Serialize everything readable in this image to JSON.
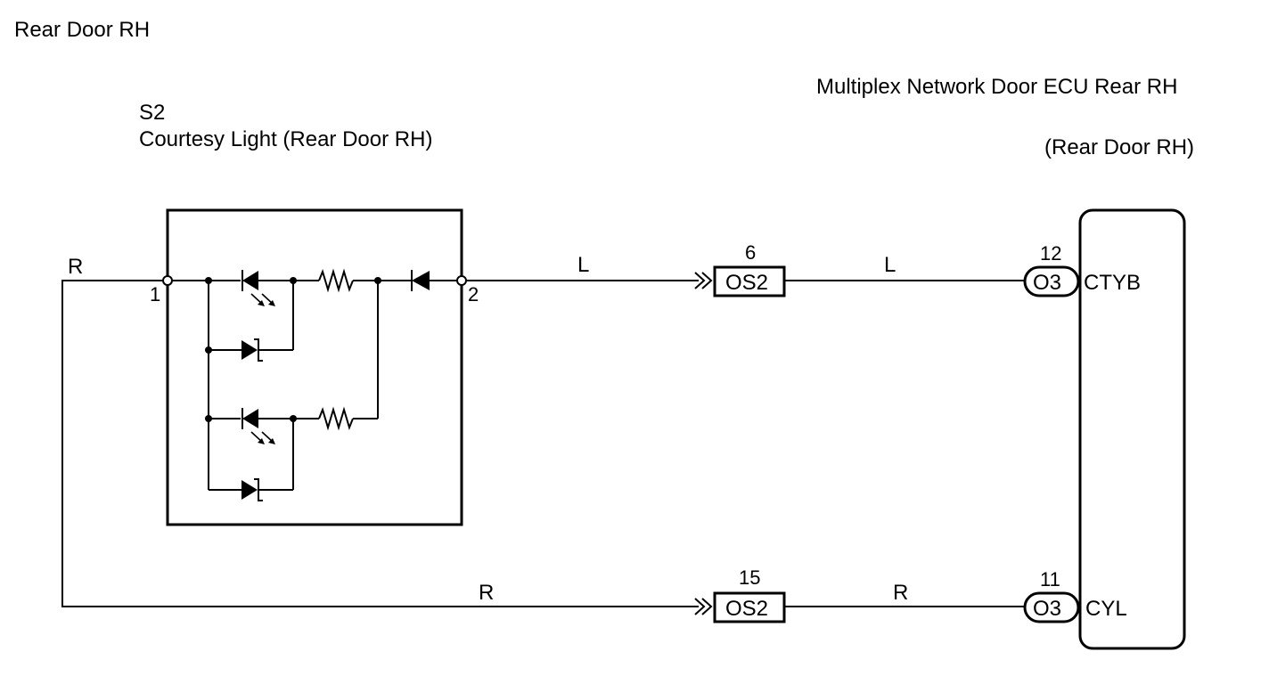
{
  "page_title": "Rear Door RH",
  "courtesy_light": {
    "code": "S2",
    "name": "Courtesy Light (Rear Door RH)",
    "pin_left": "1",
    "pin_right": "2"
  },
  "ecu": {
    "name": "Multiplex Network Door ECU Rear RH",
    "location": "(Rear Door RH)",
    "connector": "O3"
  },
  "circuits": [
    {
      "wire_color_left": "L",
      "junction_pin": "6",
      "junction_connector": "OS2",
      "wire_color_right": "L",
      "ecu_pin": "12",
      "ecu_connector": "O3",
      "ecu_terminal": "CTYB"
    },
    {
      "wire_color_left": "R",
      "junction_pin": "15",
      "junction_connector": "OS2",
      "wire_color_right": "R",
      "ecu_pin": "11",
      "ecu_connector": "O3",
      "ecu_terminal": "CYL"
    }
  ],
  "feed_wire_color": "R"
}
